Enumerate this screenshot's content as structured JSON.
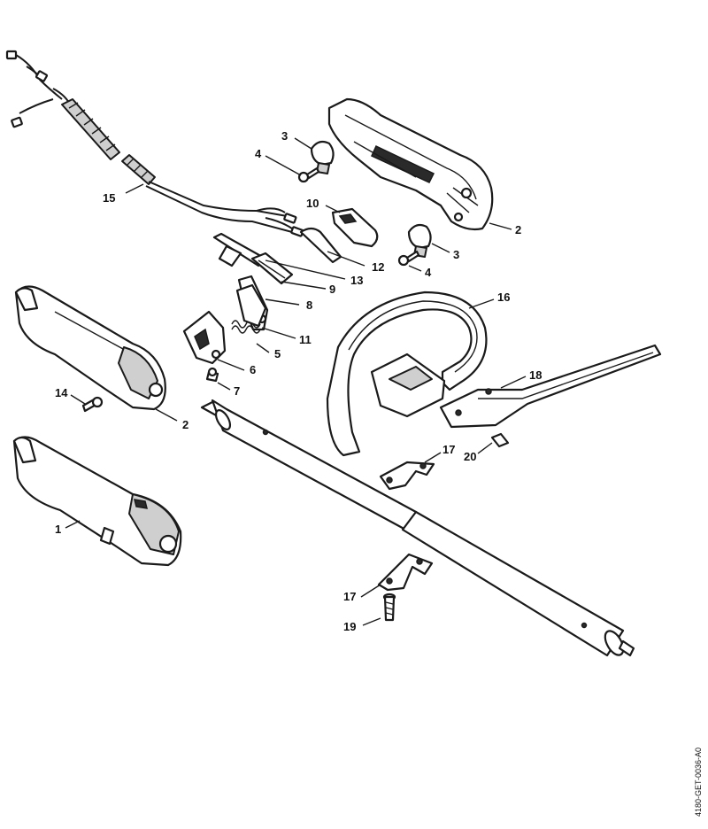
{
  "callouts": {
    "c1": "1",
    "c2a": "2",
    "c2b": "2",
    "c3a": "3",
    "c3b": "3",
    "c4a": "4",
    "c4b": "4",
    "c5": "5",
    "c6": "6",
    "c7": "7",
    "c8": "8",
    "c9": "9",
    "c10": "10",
    "c11": "11",
    "c12": "12",
    "c13": "13",
    "c14": "14",
    "c15": "15",
    "c16": "16",
    "c17a": "17",
    "c17b": "17",
    "c18": "18",
    "c19": "19",
    "c20": "20"
  },
  "drawing_code": "4180-GET-0036-A0"
}
